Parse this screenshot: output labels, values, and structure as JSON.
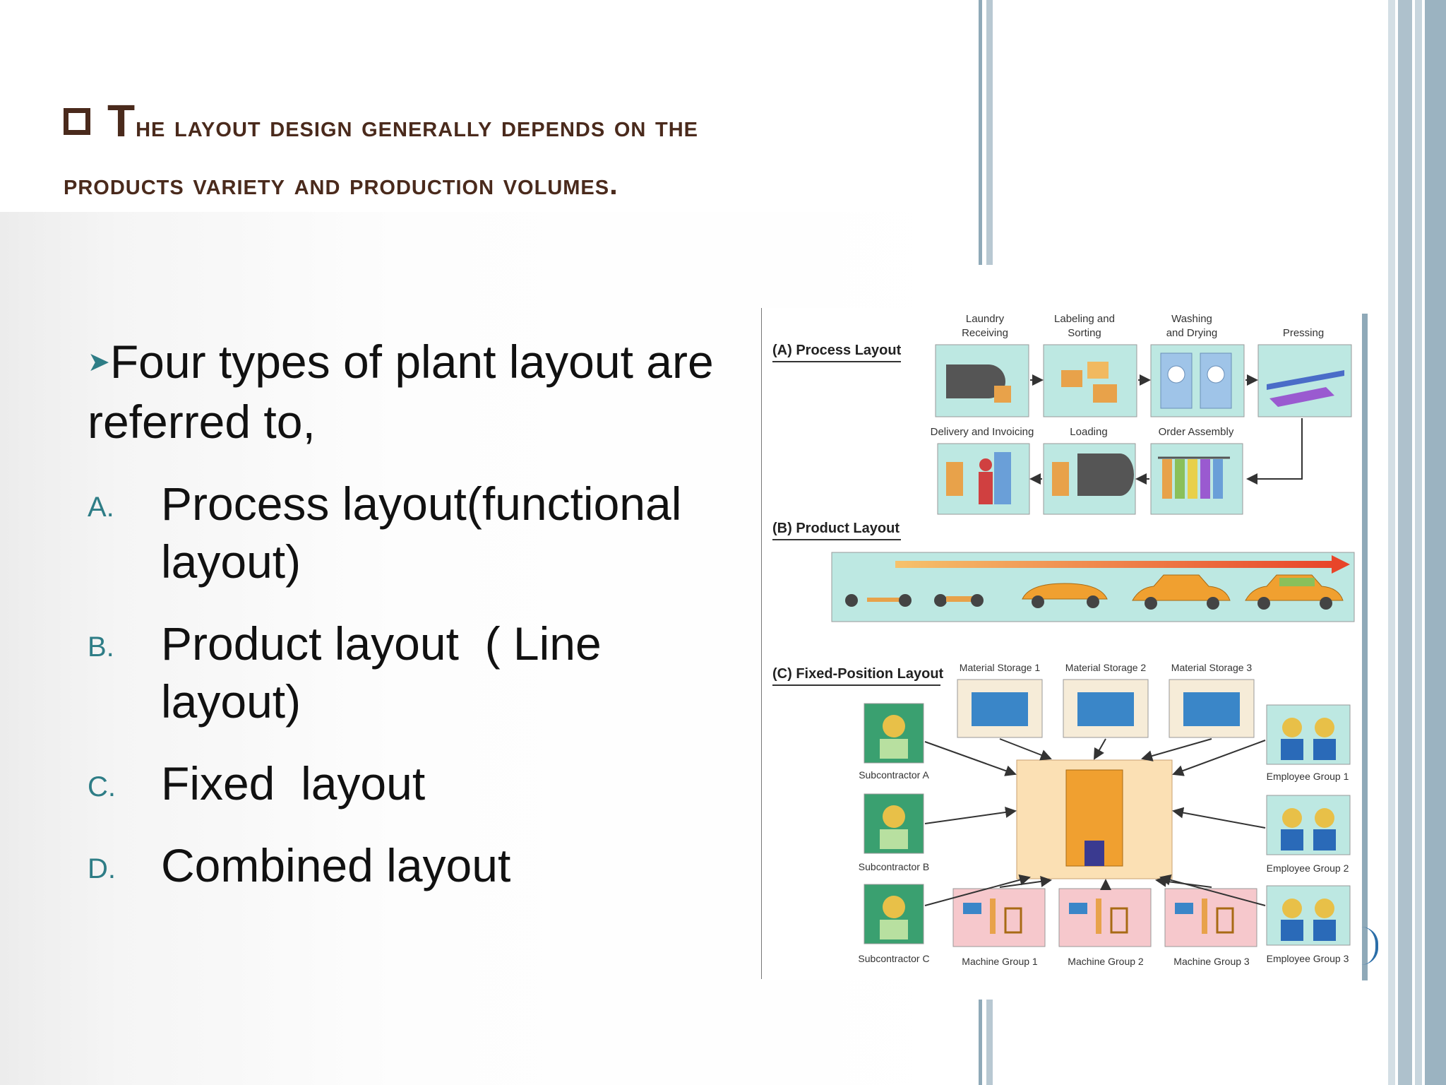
{
  "slide": {
    "title_first": "T",
    "title_rest": "he layout design generally depends on the",
    "title_line2": "products variety and production volumes.",
    "intro": "Four types of plant layout are referred to,",
    "items": [
      {
        "marker": "A.",
        "text": "Process layout(functional layout)"
      },
      {
        "marker": "B.",
        "text": "Product layout  ( Line layout)"
      },
      {
        "marker": "C.",
        "text": "Fixed  layout"
      },
      {
        "marker": "D.",
        "text": "Combined layout"
      }
    ]
  },
  "figure": {
    "sections": {
      "a": "(A) Process Layout",
      "b": "(B) Product Layout",
      "c": "(C) Fixed-Position Layout"
    },
    "process_top": [
      [
        "Laundry",
        "Receiving"
      ],
      [
        "Labeling and",
        "Sorting"
      ],
      [
        "Washing",
        "and Drying"
      ],
      [
        "Pressing"
      ]
    ],
    "process_bottom": [
      "Delivery and Invoicing",
      "Loading",
      "Order Assembly"
    ],
    "material_storage": [
      "Material Storage 1",
      "Material Storage 2",
      "Material Storage 3"
    ],
    "subcontractors": [
      "Subcontractor A",
      "Subcontractor B",
      "Subcontractor C"
    ],
    "employee_groups": [
      "Employee Group 1",
      "Employee Group 2",
      "Employee Group 3"
    ],
    "machine_groups": [
      "Machine Group 1",
      "Machine Group 2",
      "Machine Group 3"
    ]
  },
  "colors": {
    "title": "#4a2a1c",
    "accent": "#2e7d86",
    "stripe": "#aec1cc"
  }
}
